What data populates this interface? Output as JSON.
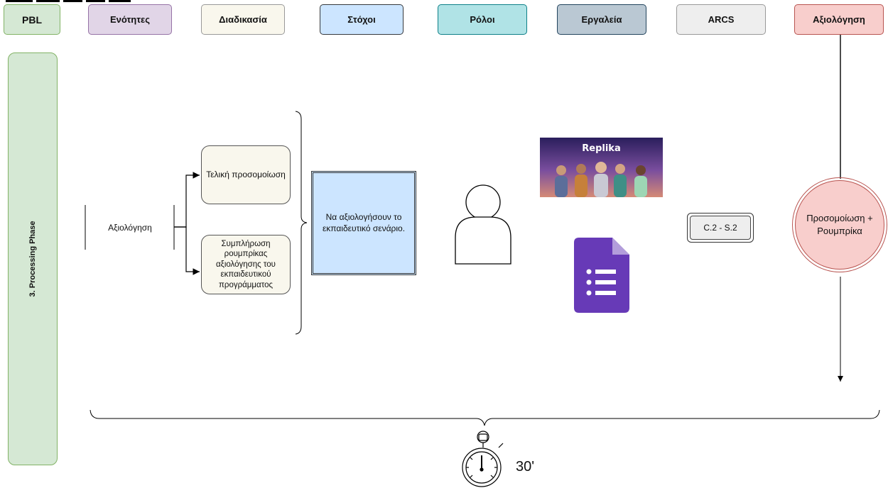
{
  "header": {
    "columns": [
      {
        "label": "PBL",
        "bg": "#d5e8d4",
        "border": "#82b366"
      },
      {
        "label": "Ενότητες",
        "bg": "#e1d5e7",
        "border": "#9673a6"
      },
      {
        "label": "Διαδικασία",
        "bg": "#f9f7ed",
        "border": "#999999"
      },
      {
        "label": "Στόχοι",
        "bg": "#cce5ff",
        "border": "#36393d"
      },
      {
        "label": "Ρόλοι",
        "bg": "#b0e3e6",
        "border": "#0e8088"
      },
      {
        "label": "Εργαλεία",
        "bg": "#bac8d3",
        "border": "#23445d"
      },
      {
        "label": "ARCS",
        "bg": "#eeeeee",
        "border": "#999999"
      },
      {
        "label": "Αξιολόγηση",
        "bg": "#f8cecc",
        "border": "#b85450"
      }
    ]
  },
  "phase": {
    "label": "3. Processing Phase"
  },
  "unit": {
    "label": "Αξιολόγηση"
  },
  "process": {
    "step1": "Τελική προσομοίωση",
    "step2": "Συμπλήρωση ρουμπρίκας αξιολόγησης του εκπαιδευτικού προγράμματος"
  },
  "goal": {
    "text": "Να αξιολογήσουν το εκπαιδευτικό σενάριο."
  },
  "roles": {
    "icon": "user-icon"
  },
  "tools": {
    "replika_logo": "Replika",
    "replika_icon": "replika-image",
    "forms_icon": "google-forms-icon"
  },
  "arcs": {
    "code": "C.2 - S.2"
  },
  "evaluation": {
    "text": "Προσομοίωση + Ρουμπρίκα"
  },
  "timer": {
    "label": "30'",
    "icon": "stopwatch-icon"
  }
}
